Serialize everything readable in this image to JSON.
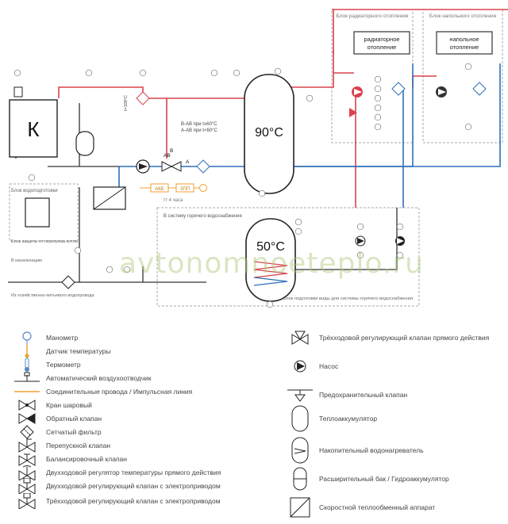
{
  "boiler": {
    "label": "К"
  },
  "tanks": {
    "hot": {
      "temp": "90°C"
    },
    "dhw": {
      "temp": "50°C"
    }
  },
  "blocks": {
    "radiator_title": "Блок радиаторного отопления",
    "radiator_box": "радиаторное отопление",
    "floor_title": "Блок напольного отопления",
    "floor_box": "напольное отопление",
    "water_prep": "Блок подготовки воды для системы горячего водоснабжения",
    "water_supply": "Блок водоподготовки",
    "boiler_protect": "Блок защиты от перегрева котла",
    "dhw_supply": "В систему горячего водоснабжения",
    "sewer": "В канализацию",
    "from_water": "Из хозяйственно-питьевого водопровода"
  },
  "annotations": {
    "ab_high": "B-AB при t≥60°C",
    "ab_low": "A-AB при t<60°C",
    "tset": "t=100°C",
    "timer": "тт 4 часа",
    "controller_a": "АКБ",
    "controller_b": "ЗПП",
    "port_ab": "AB",
    "port_a": "A",
    "port_b": "B"
  },
  "watermark": "avtonomnoeteplo.ru",
  "legend": {
    "left": [
      {
        "icon": "manometer-icon",
        "label": "Манометр"
      },
      {
        "icon": "temp-sensor-icon",
        "label": "Датчик температуры"
      },
      {
        "icon": "thermometer-icon",
        "label": "Термометр"
      },
      {
        "icon": "air-vent-icon",
        "label": "Автоматический воздухоотводчик"
      },
      {
        "icon": "wire-icon",
        "label": "Соединительные провода / Импульсная линия"
      },
      {
        "icon": "ball-valve-icon",
        "label": "Кран шаровый"
      },
      {
        "icon": "check-valve-icon",
        "label": "Обратный клапан"
      },
      {
        "icon": "strainer-icon",
        "label": "Сетчатый фильтр"
      },
      {
        "icon": "bypass-valve-icon",
        "label": "Перепускной клапан"
      },
      {
        "icon": "balancing-valve-icon",
        "label": "Балансировочный клапан"
      },
      {
        "icon": "direct-regulator-icon",
        "label": "Двухходовой регулятор температуры прямого действия"
      },
      {
        "icon": "motor-2way-icon",
        "label": "Двухходовой регулирующий клапан с электроприводом"
      },
      {
        "icon": "motor-3way-icon",
        "label": "Трёхходовой регулирующий клапан с электроприводом"
      }
    ],
    "right": [
      {
        "icon": "three-way-direct-icon",
        "label": "Трёхходовой регулирующий клапан прямого действия"
      },
      {
        "icon": "pump-icon",
        "label": "Насос"
      },
      {
        "icon": "safety-valve-icon",
        "label": "Предохранительный клапан"
      },
      {
        "icon": "heat-accumulator-icon",
        "label": "Теплоаккумулятор"
      },
      {
        "icon": "water-heater-icon",
        "label": "Накопительный водонагреватель"
      },
      {
        "icon": "expansion-tank-icon",
        "label": "Расширительный бак / Гидроаккумулятор"
      },
      {
        "icon": "heat-exchanger-icon",
        "label": "Скоростной теплообменный аппарат"
      }
    ]
  },
  "colors": {
    "supply": "#d9434c",
    "return": "#2f6fb8",
    "cold": "#3ea0d8",
    "wire": "#f0a030",
    "frame": "#444444"
  }
}
